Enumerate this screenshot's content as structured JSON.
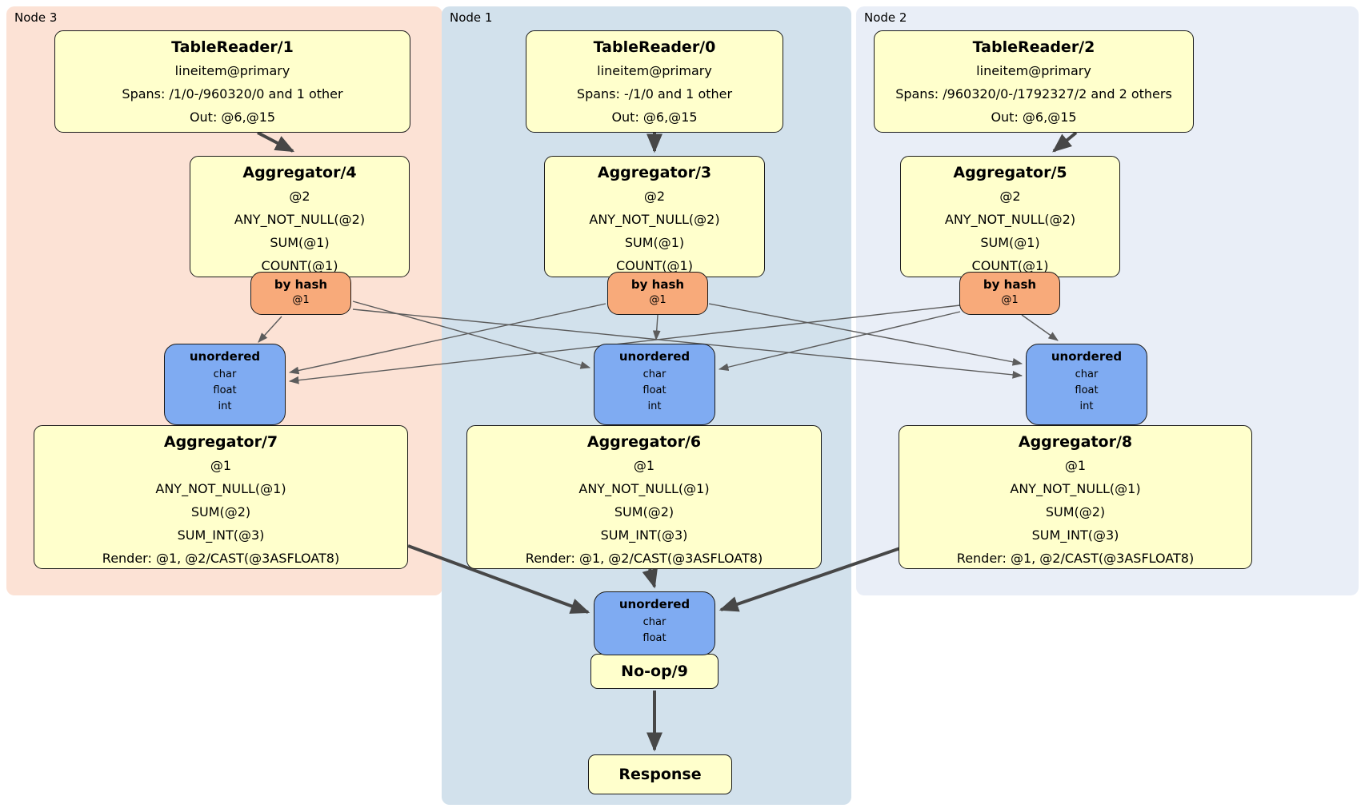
{
  "panels": {
    "node3": {
      "label": "Node 3",
      "color": "#fce2d5"
    },
    "node1": {
      "label": "Node 1",
      "color": "#d2e1ec"
    },
    "node2": {
      "label": "Node 2",
      "color": "#e9eef7"
    }
  },
  "boxes": {
    "tr1": {
      "title": "TableReader/1",
      "l1": "lineitem@primary",
      "l2": "Spans: /1/0-/960320/0 and 1 other",
      "l3": "Out: @6,@15"
    },
    "tr0": {
      "title": "TableReader/0",
      "l1": "lineitem@primary",
      "l2": "Spans: -/1/0 and 1 other",
      "l3": "Out: @6,@15"
    },
    "tr2": {
      "title": "TableReader/2",
      "l1": "lineitem@primary",
      "l2": "Spans: /960320/0-/1792327/2 and 2 others",
      "l3": "Out: @6,@15"
    },
    "agg4": {
      "title": "Aggregator/4",
      "l1": "@2",
      "l2": "ANY_NOT_NULL(@2)",
      "l3": "SUM(@1)",
      "l4": "COUNT(@1)"
    },
    "agg3": {
      "title": "Aggregator/3",
      "l1": "@2",
      "l2": "ANY_NOT_NULL(@2)",
      "l3": "SUM(@1)",
      "l4": "COUNT(@1)"
    },
    "agg5": {
      "title": "Aggregator/5",
      "l1": "@2",
      "l2": "ANY_NOT_NULL(@2)",
      "l3": "SUM(@1)",
      "l4": "COUNT(@1)"
    },
    "agg7": {
      "title": "Aggregator/7",
      "l1": "@1",
      "l2": "ANY_NOT_NULL(@1)",
      "l3": "SUM(@2)",
      "l4": "SUM_INT(@3)",
      "l5": "Render: @1, @2/CAST(@3ASFLOAT8)"
    },
    "agg6": {
      "title": "Aggregator/6",
      "l1": "@1",
      "l2": "ANY_NOT_NULL(@1)",
      "l3": "SUM(@2)",
      "l4": "SUM_INT(@3)",
      "l5": "Render: @1, @2/CAST(@3ASFLOAT8)"
    },
    "agg8": {
      "title": "Aggregator/8",
      "l1": "@1",
      "l2": "ANY_NOT_NULL(@1)",
      "l3": "SUM(@2)",
      "l4": "SUM_INT(@3)",
      "l5": "Render: @1, @2/CAST(@3ASFLOAT8)"
    },
    "noop": {
      "title": "No-op/9"
    },
    "response": {
      "title": "Response"
    }
  },
  "routers": {
    "hash_l": {
      "title": "by hash",
      "sub": "@1"
    },
    "hash_c": {
      "title": "by hash",
      "sub": "@1"
    },
    "hash_r": {
      "title": "by hash",
      "sub": "@1"
    }
  },
  "syncs": {
    "un_l": {
      "title": "unordered",
      "t1": "char",
      "t2": "float",
      "t3": "int"
    },
    "un_c": {
      "title": "unordered",
      "t1": "char",
      "t2": "float",
      "t3": "int"
    },
    "un_r": {
      "title": "unordered",
      "t1": "char",
      "t2": "float",
      "t3": "int"
    },
    "un_b": {
      "title": "unordered",
      "t1": "char",
      "t2": "float"
    }
  },
  "colors": {
    "processor_fill": "#ffffcc",
    "router_fill": "#f8aa7a",
    "sync_fill": "#7fabf2",
    "edge_thick": "#474747",
    "edge_thin": "#5c5c5c",
    "border": "#1a1a1a"
  }
}
